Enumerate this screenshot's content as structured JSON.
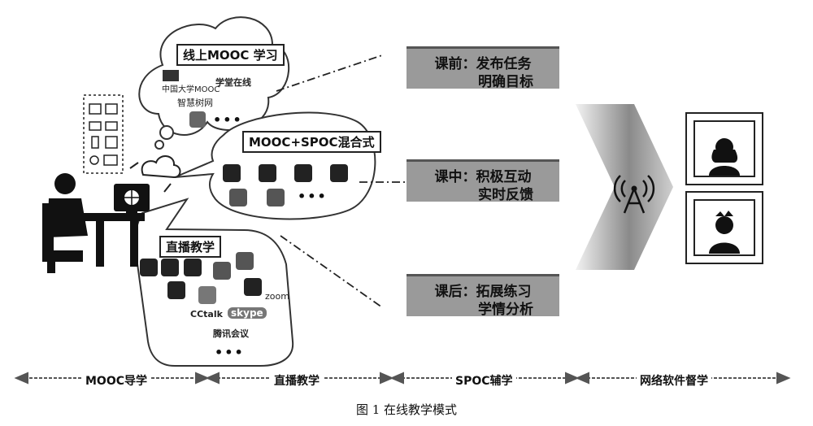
{
  "online_mooc": {
    "title": "线上MOOC 学习",
    "logos": [
      "中国大学MOOC",
      "学堂在线",
      "智慧树网"
    ],
    "more": "•••"
  },
  "blend": {
    "title": "MOOC+SPOC混合式",
    "more": "•••"
  },
  "live": {
    "title": "直播教学",
    "logos": [
      "zoom",
      "CCtalk",
      "skype",
      "腾讯会议"
    ]
  },
  "steps": [
    {
      "line1": "课前：发布任务",
      "line2": "明确目标"
    },
    {
      "line1": "课中：积极互动",
      "line2": "实时反馈"
    },
    {
      "line1": "课后：拓展练习",
      "line2": "学情分析"
    }
  ],
  "phases": [
    "MOOC导学",
    "直播教学",
    "SPOC辅学",
    "网络软件督学"
  ],
  "caption": "图 1   在线教学模式"
}
